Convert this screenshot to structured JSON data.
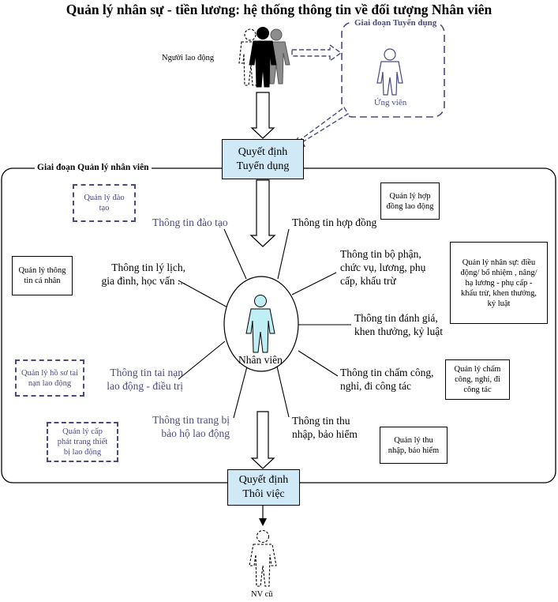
{
  "title": "Quản lý nhân sự - tiền lương: hệ thống thông tin về đối tượng Nhân viên",
  "recruit_phase": {
    "label": "Giai đoạn Tuyển dụng",
    "candidate": "Ứng viên"
  },
  "worker_label": "Người lao động",
  "decision_hire": {
    "line1": "Quyết định",
    "line2": "Tuyển dụng"
  },
  "manage_phase_label": "Giai đoạn Quản lý nhân viên",
  "employee_label": "Nhân viên",
  "decision_leave": {
    "line1": "Quyết định",
    "line2": "Thôi việc"
  },
  "former_employee": "NV cũ",
  "info": {
    "training": "Thông tin đào tạo",
    "contract": "Thông tin hợp đồng",
    "resume": [
      "Thông tin lý lịch,",
      "gia đình, học vấn ..."
    ],
    "department": [
      "Thông tin bộ phận,",
      "chức vụ, lương, phụ",
      "cấp, khấu trừ"
    ],
    "evaluation": [
      "Thông tin đánh giá,",
      "khen thưởng, kỷ luật"
    ],
    "accident": [
      "Thông tin tai nạn",
      "lao động - điều trị"
    ],
    "attendance": [
      "Thông tin chấm công,",
      "nghỉ, đi công tác"
    ],
    "equipment": [
      "Thông tin trang bị",
      "bảo hộ lao động"
    ],
    "income": [
      "Thông tin thu",
      "nhập, bảo hiểm"
    ]
  },
  "modules": {
    "training": [
      "Quản lý đào",
      "tạo"
    ],
    "contract": [
      "Quản lý hợp",
      "đồng lao động"
    ],
    "personal": [
      "Quản lý thông",
      "tin cá nhân"
    ],
    "hr": [
      "Quản lý nhân sự: điều",
      "động/ bổ nhiệm , nâng/",
      "hạ lương - phụ cấp -",
      "khấu trừ, khen thưởng,",
      "kỷ luật"
    ],
    "accident": [
      "Quản lý hồ sơ tai",
      "nạn lao động"
    ],
    "attendance": [
      "Quản lý chấm",
      "công, nghỉ, đi",
      "công tác"
    ],
    "equipment": [
      "Quản lý cấp",
      "phát trang thiết",
      "bị lao động"
    ],
    "income": [
      "Quản lý thu",
      "nhập, bảo hiểm"
    ]
  },
  "colors": {
    "decision_fill": "#cfe9f6",
    "employee_fill": "#bfeef5",
    "muted_blue": "#4a4a82"
  }
}
